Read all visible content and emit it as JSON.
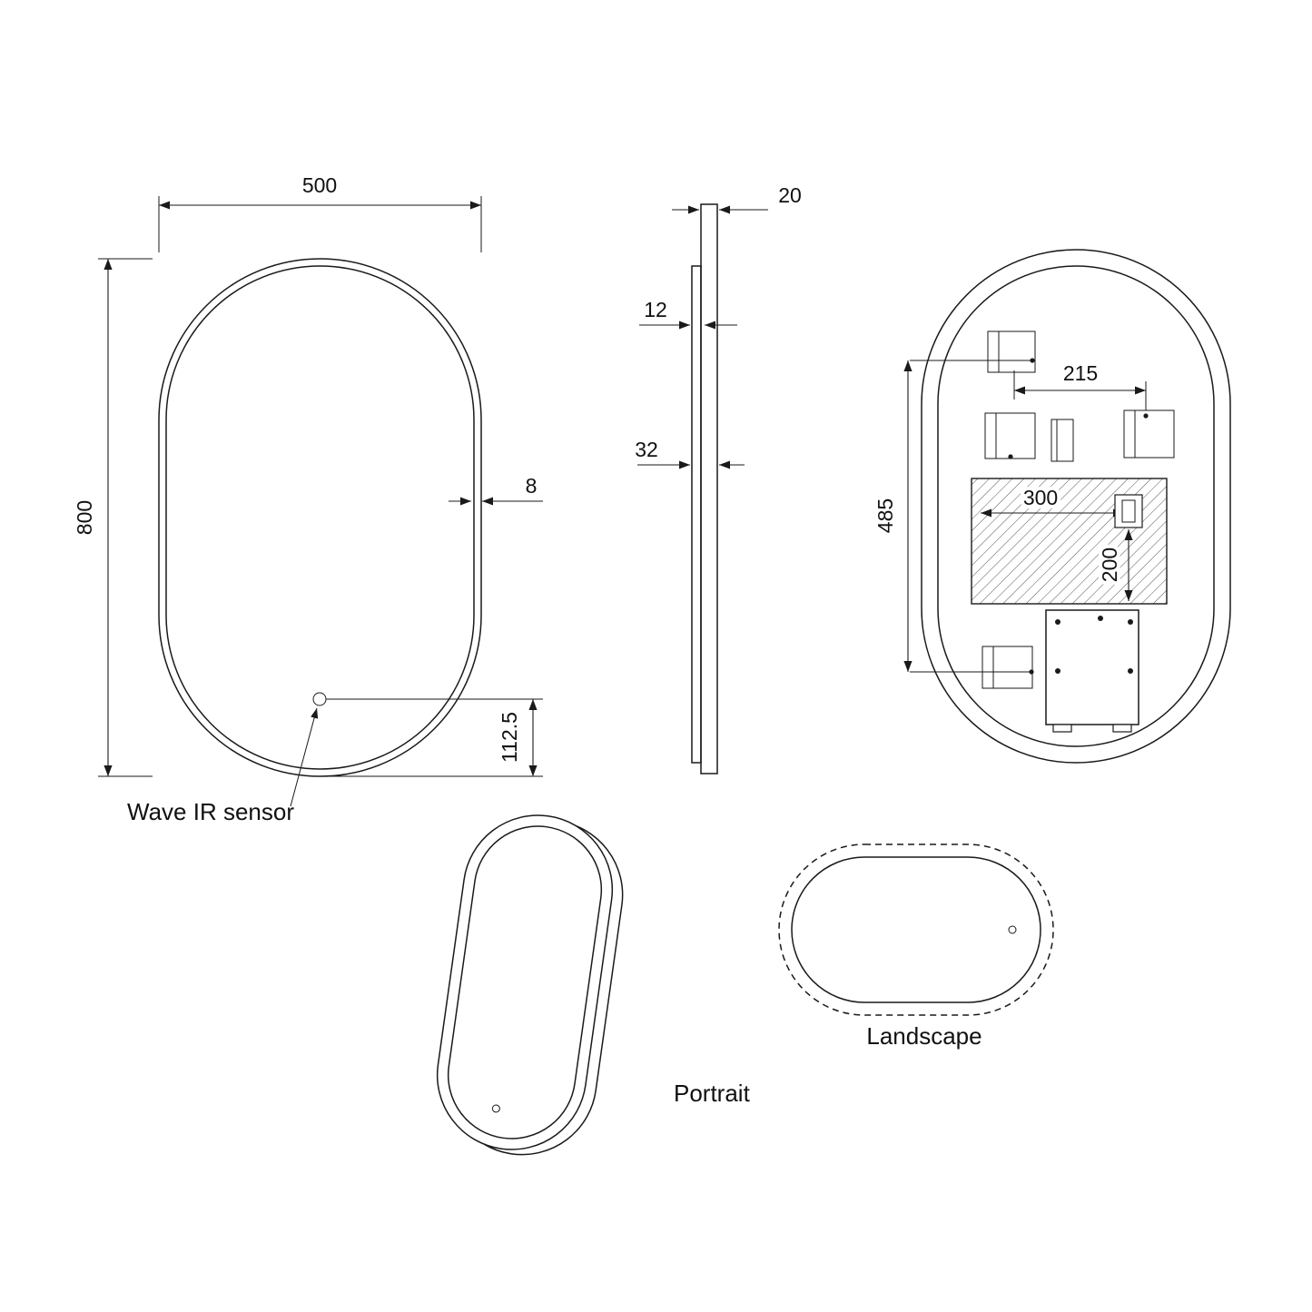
{
  "drawing": {
    "background": "#ffffff",
    "line_color": "#1a1a1a",
    "subject": "oval-led-mirror-technical-drawing"
  },
  "front_view": {
    "width_dim": "500",
    "height_dim": "800",
    "frame_dim": "8",
    "sensor_offset_dim": "112.5",
    "sensor_label": "Wave IR sensor"
  },
  "side_view": {
    "depth_dim": "20",
    "glass_dim": "12",
    "frame_depth_dim": "32"
  },
  "back_view": {
    "bracket_span_dim": "215",
    "vertical_span_dim": "485",
    "driver_width_dim": "300",
    "driver_height_dim": "200"
  },
  "orientation_views": {
    "portrait_label": "Portrait",
    "landscape_label": "Landscape"
  }
}
